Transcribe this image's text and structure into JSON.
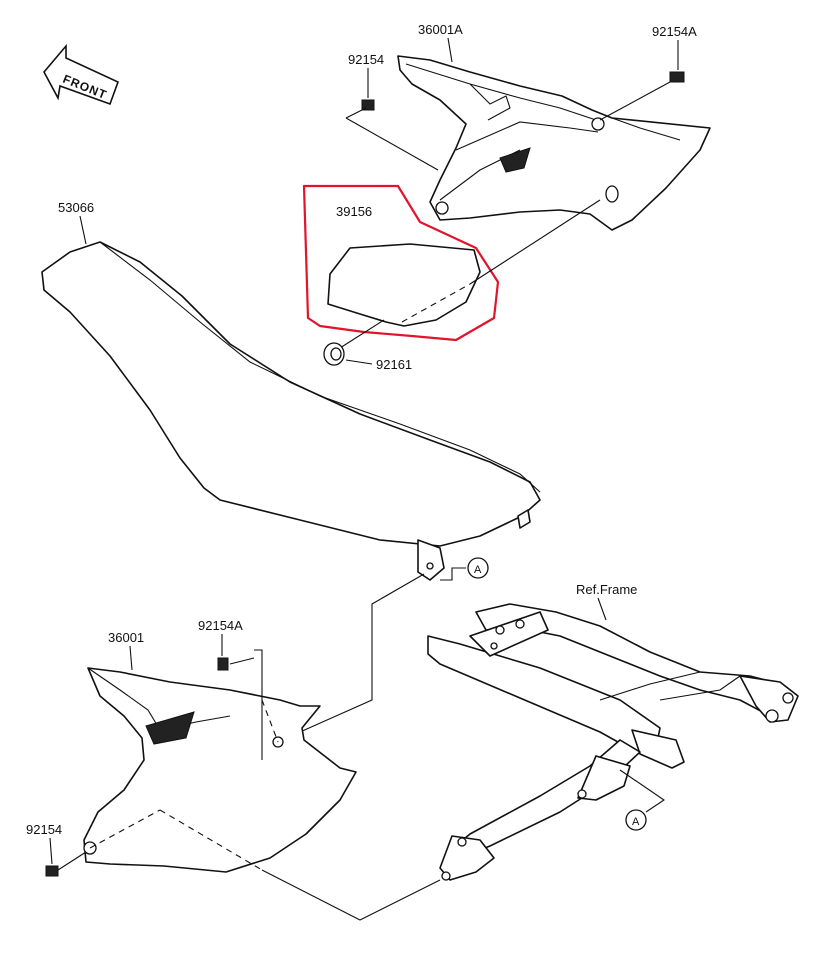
{
  "labels": {
    "front": "FRONT",
    "cover_rh": "36001A",
    "bolt_rh_upper": "92154",
    "bolt_rh_rear": "92154A",
    "seat": "53066",
    "pad": "39156",
    "damper": "92161",
    "frame_ref": "Ref.Frame",
    "cover_lh": "36001",
    "bolt_lh_upper": "92154A",
    "bolt_lh_lower": "92154",
    "marker_a_top": "A",
    "marker_a_bottom": "A"
  },
  "colors": {
    "highlight": "#e0142a",
    "line": "#111111",
    "background": "#ffffff"
  }
}
